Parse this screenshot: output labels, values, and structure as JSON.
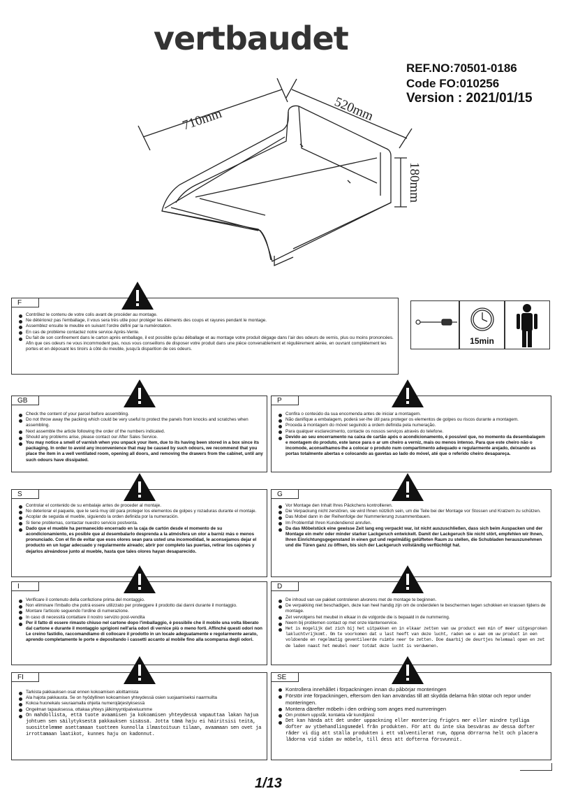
{
  "brand": "vertbaudet",
  "ref_no": "REF.NO:70501-0186",
  "code_fo": "Code FO:010256",
  "version": "Version : 2021/01/15",
  "dimensions": {
    "width": "710mm",
    "depth": "520mm",
    "height": "180mm"
  },
  "time_label": "15min",
  "page_number": "1/13",
  "sections": {
    "F": {
      "code": "F",
      "items": [
        "Contrôlez le contenu de votre colis avant de procéder au montage.",
        "Ne détériorez pas l'emballage, il vous sera très utile pour protéger les éléments des coups et rayures pendant le montage.",
        "Assemblez ensuite le meuble en suivant l'ordre défini par la numérotation.",
        "En cas de problème contactez notre service Après-Vente.",
        "Du fait de son confinement dans le carton après emballage, il est possible qu'au déballage et au montage votre produit dégage dans l'air des odeurs de vernis, plus ou moins prononcées. Afin que ces odeurs ne vous incommodent pas, nous vous conseillons de disposer votre produit dans une pièce convenablement et régulièrement aérée, en ouvrant complètement les portes et en déposant les tiroirs à côté du meuble, jusqu'à disparition de ces odeurs."
      ]
    },
    "GB": {
      "code": "GB",
      "items": [
        "Check the content of your parcel before assembling.",
        "Do not throw away the packing which could be very useful to protect the panels from knocks and scratches when assembling.",
        "Next assemble the article following the order of the numbers indicated.",
        "Should any problems arise, please contact our After Sales Service.",
        "You may notice a smell of varnish when you unpack your item, due to its having been stored in a box since its packaging. In order to avoid any inconvenience that may be caused by such odours, we recommend that you place the item in a well ventilated room, opening all doors, and removing the drawers from the cabinet, until any such odours have dissipated."
      ]
    },
    "P": {
      "code": "P",
      "items": [
        "Confira o conteúdo da sua encomenda antes de iniciar a montagem.",
        "Não danifique a embalagem, poderá ser-lhe útil para proteger os elementos de golpes ou riscos durante a montagem.",
        "Proceda à montagem do móvel seguindo a ordem definida pela numeração.",
        "Para qualquer esclarecimento, contacte os nossos serviços através do telefone.",
        "Devido ao seu encerramento na caixa de cartão após o acondicionamento, é possível que, no momento da desembalagem e montagem do produto, este lance para o ar um cheiro a verniz, mais ou menos intenso. Para que este cheiro não o incomode, aconselhamos-lhe a colocar o produto num compartimento adequado e regularmente arejado, deixando as portas totalmente abertas e colocando as gavetas ao lado do móvel, até que o referido cheiro desapareça."
      ]
    },
    "S": {
      "code": "S",
      "items": [
        "Controlar el contenido de su embalaje antes de proceder al montaje.",
        "No deteriorar el paquete, que le será muy útil para proteger los elementos de golpes y rozaduras durante el montaje.",
        "Acoplar de seguida el mueble, siguiendo la orden definida por la numeración.",
        "Si tiene problemas, contactar nuestro servicio postventa.",
        "Dado que el mueble ha permanecido encerrado en la caja de cartón desde el momento de su acondicionamiento, es posible que al desembalarlo desprenda a la atmósfera un olor a barniz más o menos pronunciado. Con el fin de evitar que esos olores sean para usted una incomodidad, le aconsejamos dejar el producto en un lugar adecuado y regularmente aireado; abrir por completo las puertas, retirar los cajones y dejarlos alreándose junto al mueble, hasta que tales olores hayan desaparecido."
      ]
    },
    "G": {
      "code": "G",
      "items": [
        "Vor Montage den Inhalt Ihres Päckchens kontrollieren.",
        "Die Verpackung nicht zerstören, sie wird Ihnen nützlich sein, um die Teile bei der Montage vor Stossen und Kratzern zu schützen.",
        "Das Mobel dann in der Reihenfolge der Nummerierung zusammenbauen.",
        "Im Problemfall Ihren Kundendienst anrufen.",
        "Da das Möbelstück eine gewisse Zeit lang eng verpackt war, ist nicht auszuschließen, dass sich beim Auspacken und der Montage ein mehr oder minder starker Lackgeruch entwickelt. Damit der Lackgeruch Sie nicht stört, empfehlen wir Ihnen, Ihren Einrichtungsgegenstand in einen gut und regelmäßig gelüfteten Raum zu stellen, die Schubladen herauszunehmen und die Türen ganz zu öffnen, bis sich der Lackgeruch vollständig verflüchtigt hat."
      ]
    },
    "I": {
      "code": "I",
      "items": [
        "Verificare il contenuto della confezione prima del montaggio.",
        "Non eliminare l'imballo che potrà essere utilizzato per proteggere il prodotto dai danni durante il montaggio.",
        "Montare l'articolo seguendo l'ordine di numerazione.",
        "In caso di necessità contattare il nostro servizio post-vendita",
        "Per il fatto di essere rimasto chiuso nel cartone dopo l'imballaggio, è possibile che il mobile una volta liberato dal cartone e durante il montaggio sprigioni nell'aria odori di vernice più o meno forti. Affinché questi odori non Le creino fastidio, raccomandiamo di collocare il prodotto in un locale adeguatamente e regolarmente aerato, aprendo completamente le porte e depositando i cassetti accanto al mobile fino alla scomparsa degli odori."
      ]
    },
    "D": {
      "code": "D",
      "items": [
        "De inhoud van uw pakket controleren alvorens met de montage te beginnen.",
        "De verpakking niet beschadigen, deze kan heel handig zijn om de onderdelen te beschermen tegen schokken en krassen tijdens de montage.",
        "Zet vervolgens het meubel in elkaar in de volgorde die is bepaald in de nummering.",
        "Neem bij problemen contact op met onze klantenservice.",
        "Het is mogelijk dat zich bij het uitpakken en in elkaar zetten van uw product een min of meer uitgesproken lakluchtvrijkomt. Om te voorkomen dat u last heeft van deze lucht, raden we u aan om uw product in een voldoende en regelmatig geventileerde ruimte neer te zetten. Doe daarbij de deurtjes helemaal open en zet de laden naast het meubel neer totdat deze lucht is verdwenen."
      ]
    },
    "FI": {
      "code": "FI",
      "items": [
        "Tarkista pakkauksen osat ennen kokoamisen aloittamista",
        "Ala hajota pakkausta. Se on hyödyllinen kokoamisen yhteydessä osien suojaamiseksi naarmuilta",
        "Kokoa huonekalu seuraamalla ohjeita numerojärjestyksessä",
        "Ongelman tapauksessa, ottakaa yhteys jälkimyyntipalveluumme",
        "On mahdollista, että tuote avaamisen ja kokoamisen yhteydessä vapauttaa lakan hajua johtuen sen säilytyksestä pakkauksen sisässä. Jotta tämä haju ei häiritsisi teitä, suosittelemme asettamaan tuotteen kunnolla ilmastoituun tilaan, avaamaan sen ovet ja irrottamaan laatikot, kunnes haju on kadonnut."
      ]
    },
    "SE": {
      "code": "SE",
      "items": [
        "Kontrollera innehållet i förpackningen innan du påbörjar monteringen",
        "Förstör inte förpackningen, eftersom den kan användas till att skydda delarna från stötar och repor under monteringen.",
        "Montera därefter möbeln i den ordning som anges med numreringen",
        "Om problem uppstår, kontakta vår kundtjänst",
        "Det kan hända att det under uppackning eller montering frigörs mer eller mindre tydliga dofter av ytbehandlingsmedel från produkten. För att du inte ska besväras av dessa dofter råder vi dig att ställa produkten i ett välventilerat rum, öppna dörrarna helt och placera lådorna vid sidan av möbeln, till dess att dofterna försvunnit."
      ]
    }
  }
}
